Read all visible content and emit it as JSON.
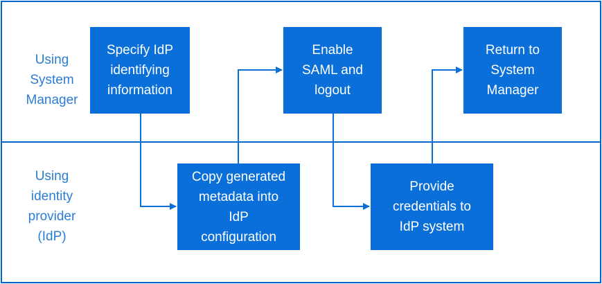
{
  "lanes": {
    "top_label": "Using\nSystem\nManager",
    "bottom_label": "Using\nidentity\nprovider\n(IdP)"
  },
  "steps": {
    "specify_idp": "Specify IdP\nidentifying\ninformation",
    "enable_saml": "Enable\nSAML and\nlogout",
    "return_sm": "Return to\nSystem\nManager",
    "copy_metadata": "Copy generated\nmetadata into\nIdP\nconfiguration",
    "provide_credentials": "Provide\ncredentials to\nIdP system"
  },
  "colors": {
    "box_fill": "#0a6fd8",
    "border": "#0066cc",
    "lane_text": "#2b7cd3",
    "box_text": "#ffffff"
  }
}
